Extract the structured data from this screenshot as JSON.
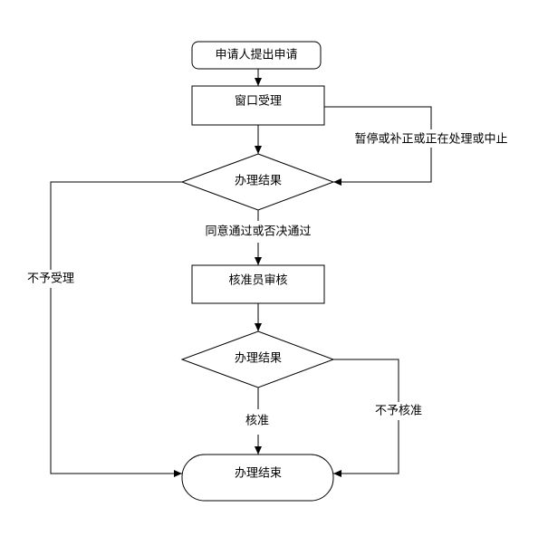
{
  "diagram": {
    "nodes": {
      "start": "申请人提出申请",
      "window": "窗口受理",
      "decision1": "办理结果",
      "review": "核准员审核",
      "decision2": "办理结果",
      "end": "办理结束"
    },
    "edges": {
      "loop_back": "暂停或补正或正在处理或中止",
      "pass": "同意通过或否决通过",
      "reject_accept": "不予受理",
      "approve": "核准",
      "reject_approve": "不予核准"
    },
    "colors": {
      "line": "#000000",
      "fill": "#ffffff"
    }
  }
}
